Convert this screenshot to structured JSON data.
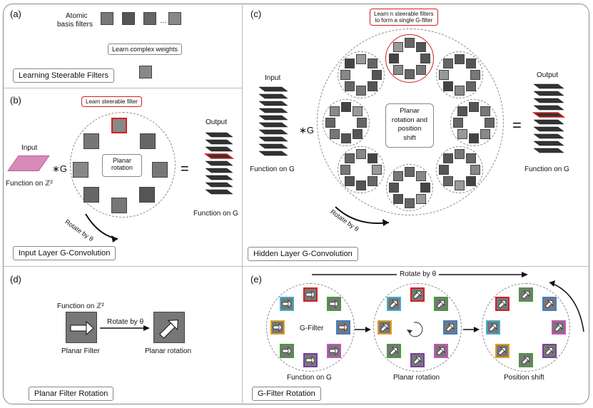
{
  "panels": {
    "a": {
      "label": "(a)",
      "atomic_basis": "Atomic\nbasis filters",
      "atomic_line1": "Atomic",
      "atomic_line2": "basis filters",
      "learn_weights": "Learn complex weights",
      "title": "Learning Steerable Filters"
    },
    "b": {
      "label": "(b)",
      "learn_filter": "Learn steerable filter",
      "input": "Input",
      "input_func": "Function on ℤ²",
      "conv_op": "∗G",
      "center": "Planar\nrotation",
      "center_l1": "Planar",
      "center_l2": "rotation",
      "equals": "=",
      "output": "Output",
      "output_func": "Function on G",
      "rotate": "Rotate by θ",
      "title": "Input Layer G-Convolution"
    },
    "c": {
      "label": "(c)",
      "learn_n_l1": "Learn n steerable filters",
      "learn_n_l2": "to form a single G-filter",
      "input": "Input",
      "input_func": "Function on G",
      "conv_op": "∗G",
      "center_l1": "Planar",
      "center_l2": "rotation and",
      "center_l3": "position",
      "center_l4": "shift",
      "equals": "=",
      "output": "Output",
      "output_func": "Function on G",
      "rotate": "Rotate by θ",
      "title": "Hidden Layer G-Convolution"
    },
    "d": {
      "label": "(d)",
      "func": "Function on ℤ²",
      "rotate": "Rotate by θ",
      "planar_filter": "Planar Filter",
      "planar_rotation": "Planar rotation",
      "title": "Planar Filter Rotation"
    },
    "e": {
      "label": "(e)",
      "rotate": "Rotate by θ",
      "gfilter": "G-Filter",
      "func": "Function on G",
      "planar_rotation": "Planar rotation",
      "position_shift": "Position shift",
      "title": "G-Filter Rotation"
    }
  },
  "colors": {
    "red": "#d42020",
    "green": "#4a9a3a",
    "blue": "#3f7fc4",
    "orange": "#e0a020",
    "purple": "#7a3fa0",
    "magenta": "#d050c0",
    "cyan": "#40b0d0",
    "tissue": "#d98ab8"
  }
}
